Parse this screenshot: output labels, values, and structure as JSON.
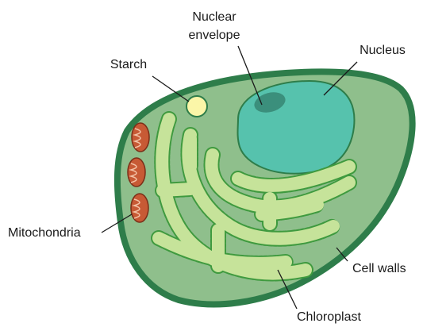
{
  "labels": {
    "nuclear_envelope_line1": "Nuclear",
    "nuclear_envelope_line2": "envelope",
    "nucleus": "Nucleus",
    "starch": "Starch",
    "mitochondria": "Mitochondria",
    "cell_walls": "Cell walls",
    "chloroplast": "Chloroplast"
  },
  "colors": {
    "cell_wall": "#2e7d4a",
    "cytoplasm": "#8fbf8c",
    "nucleus": "#56c2ad",
    "nucleolus": "#3b8f7c",
    "chloroplast_fill": "#c6e39a",
    "chloroplast_stroke": "#3f9a3f",
    "starch": "#fbf6a8",
    "mitochondria": "#c75a35",
    "mitochondria_inner": "#f3c2a6",
    "leader_line": "#1a1a1a"
  }
}
